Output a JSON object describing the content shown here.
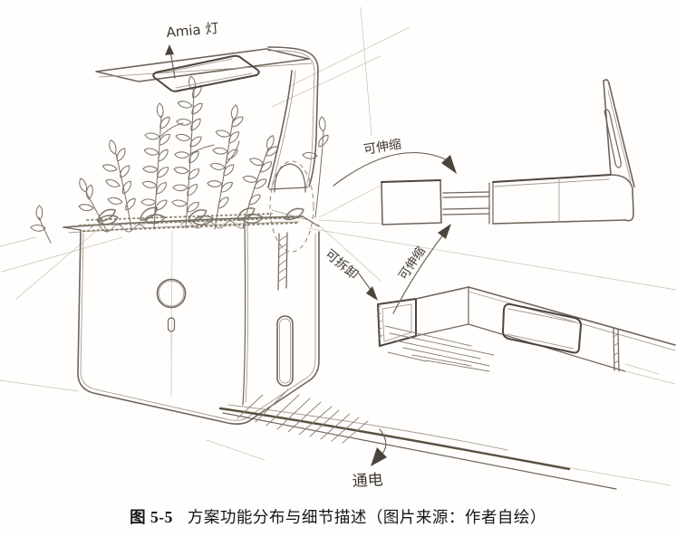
{
  "figure": {
    "caption": {
      "number": "图 5-5",
      "title": "方案功能分布与细节描述（图片来源：作者自绘）"
    },
    "annotations": {
      "lamp": "Amia 灯",
      "telescopic_top": "可伸缩",
      "telescopic_side": "可伸缩",
      "detachable": "可拆卸",
      "power": "通电"
    },
    "colors": {
      "paper": "#fffefd",
      "pencil": "#6d6459",
      "pencil_dark": "#4c453c",
      "pencil_light": "#a59c90",
      "handwriting": "#3c362f",
      "caption_text": "#141414"
    }
  }
}
